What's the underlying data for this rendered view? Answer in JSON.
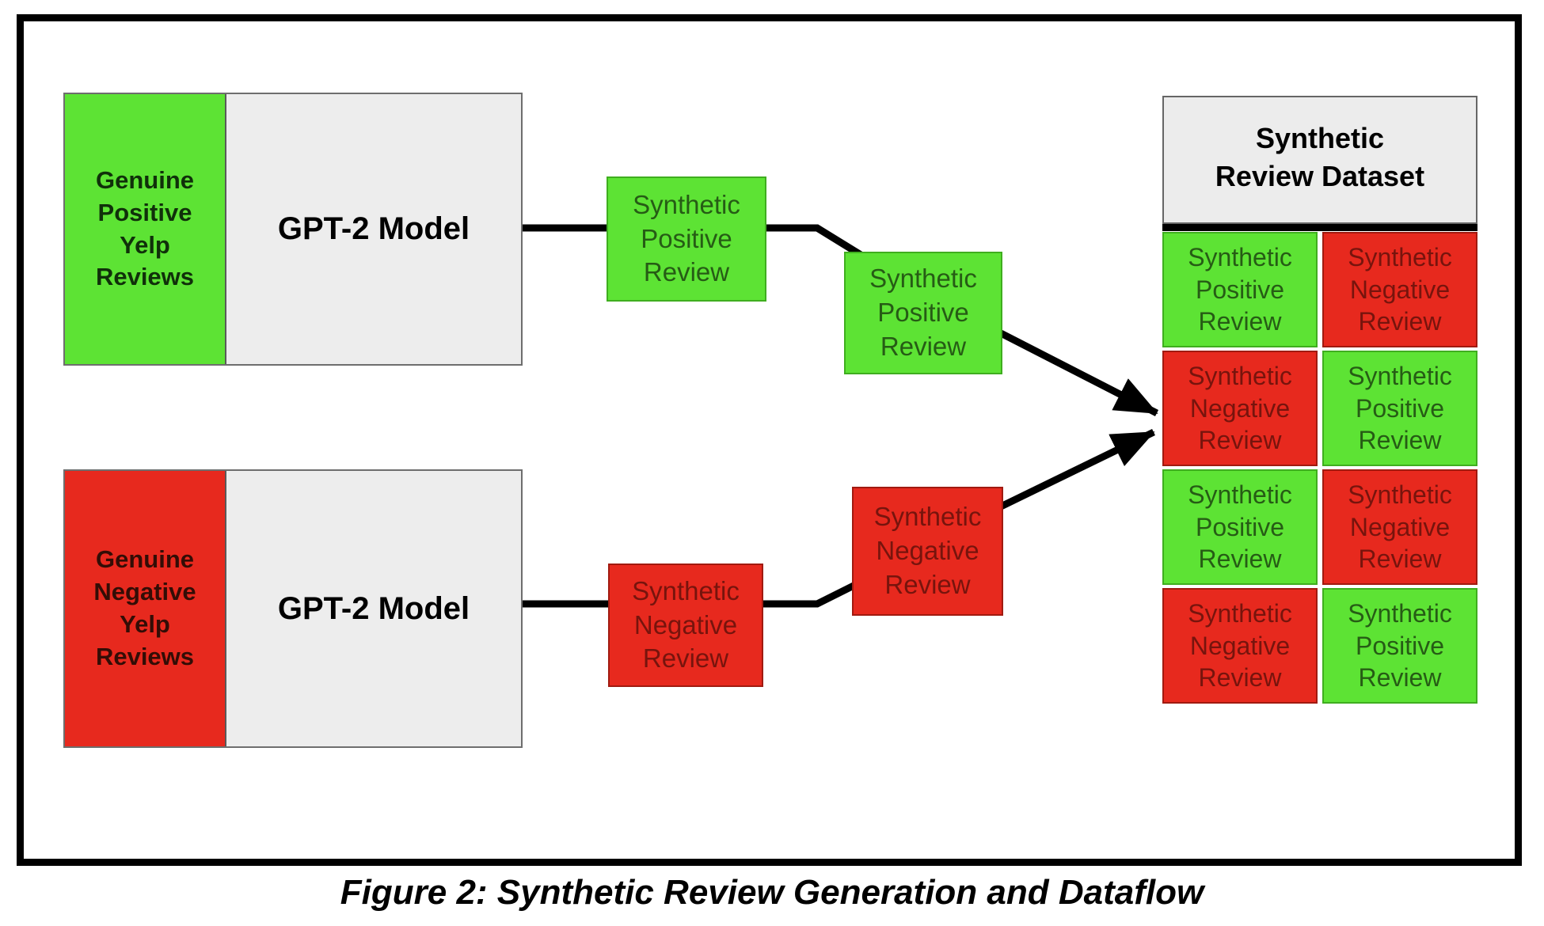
{
  "figure": {
    "caption": "Figure 2:  Synthetic Review Generation and Dataflow"
  },
  "colors": {
    "positive_green": "#5de334",
    "negative_red": "#e7291e",
    "model_gray": "#ededed",
    "header_gray": "#ececec",
    "connector_black": "#000000"
  },
  "pipelines": [
    {
      "sentiment": "positive",
      "source_label": "Genuine\nPositive\nYelp\nReviews",
      "model_label": "GPT-2 Model",
      "generated_label": "Synthetic\nPositive\nReview",
      "relay_label": "Synthetic\nPositive\nReview"
    },
    {
      "sentiment": "negative",
      "source_label": "Genuine\nNegative\nYelp\nReviews",
      "model_label": "GPT-2 Model",
      "generated_label": "Synthetic\nNegative\nReview",
      "relay_label": "Synthetic\nNegative\nReview"
    }
  ],
  "dataset": {
    "title": "Synthetic\nReview Dataset",
    "rows": [
      {
        "cells": [
          {
            "sentiment": "positive",
            "label": "Synthetic\nPositive\nReview"
          },
          {
            "sentiment": "negative",
            "label": "Synthetic\nNegative\nReview"
          }
        ]
      },
      {
        "cells": [
          {
            "sentiment": "negative",
            "label": "Synthetic\nNegative\nReview"
          },
          {
            "sentiment": "positive",
            "label": "Synthetic\nPositive\nReview"
          }
        ]
      },
      {
        "cells": [
          {
            "sentiment": "positive",
            "label": "Synthetic\nPositive\nReview"
          },
          {
            "sentiment": "negative",
            "label": "Synthetic\nNegative\nReview"
          }
        ]
      },
      {
        "cells": [
          {
            "sentiment": "negative",
            "label": "Synthetic\nNegative\nReview"
          },
          {
            "sentiment": "positive",
            "label": "Synthetic\nPositive\nReview"
          }
        ]
      }
    ]
  }
}
